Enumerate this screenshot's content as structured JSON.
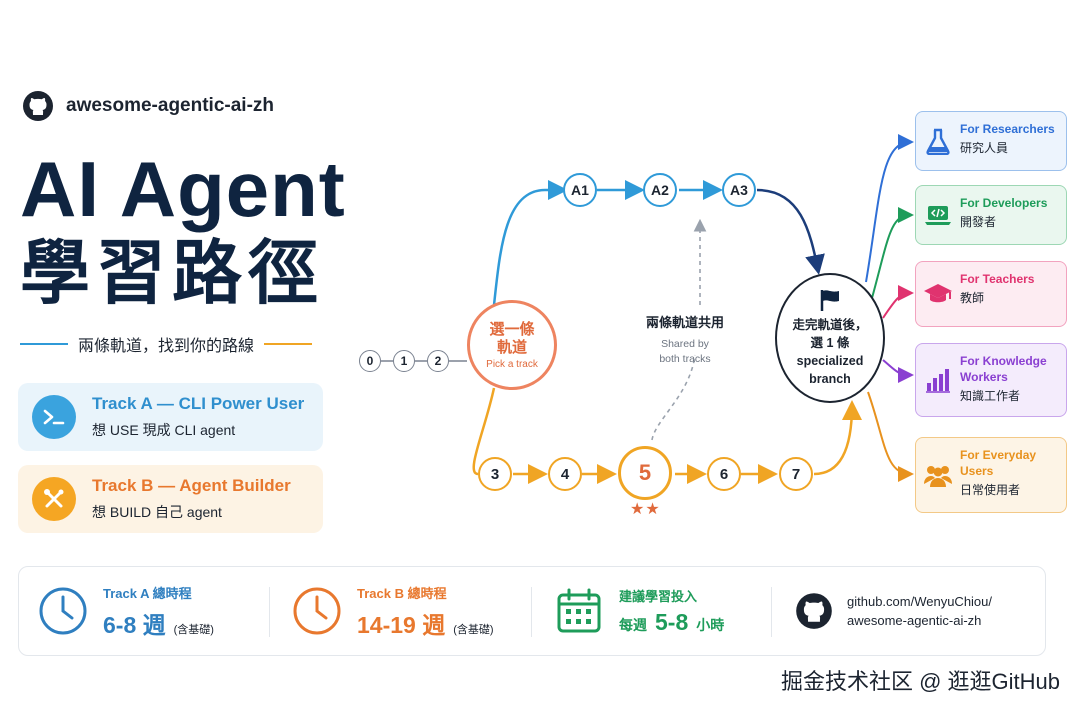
{
  "repo": {
    "name": "awesome-agentic-ai-zh",
    "icon": "github-icon"
  },
  "title": {
    "line1": "AI Agent",
    "line2": "學習路徑"
  },
  "subtitle": "兩條軌道，找到你的路線",
  "tracks": [
    {
      "title": "Track A — CLI Power User",
      "subtitle": "想 USE 現成 CLI agent",
      "icon": "terminal-icon",
      "color": "#2f8fce",
      "icon_bg": "#3aa3de"
    },
    {
      "title": "Track B — Agent Builder",
      "subtitle": "想 BUILD 自己 agent",
      "icon": "tools-icon",
      "color": "#e8782e",
      "icon_bg": "#f5a623"
    }
  ],
  "path": {
    "start_nodes": [
      "0",
      "1",
      "2"
    ],
    "pick": {
      "title": "選一條\n軌道",
      "subtitle": "Pick a track"
    },
    "track_a_nodes": [
      "A1",
      "A2",
      "A3"
    ],
    "track_b_nodes": [
      "3",
      "4",
      "5",
      "6",
      "7"
    ],
    "highlight": {
      "node": "5",
      "stars": "★★"
    },
    "shared": {
      "title": "兩條軌道共用",
      "subtitle": "Shared by\nboth tracks"
    },
    "end": {
      "text": "走完軌道後，\n選 1 條\nspecialized\nbranch",
      "icon": "flag-icon"
    }
  },
  "roles": [
    {
      "en": "For Researchers",
      "zh": "研究人員",
      "icon": "flask-icon",
      "color": "#2f6fd6",
      "bg": "#edf4fd",
      "border": "#9cc0ec"
    },
    {
      "en": "For Developers",
      "zh": "開發者",
      "icon": "laptop-code-icon",
      "color": "#1e9c5a",
      "bg": "#eaf7ef",
      "border": "#9dd7b4"
    },
    {
      "en": "For Teachers",
      "zh": "教師",
      "icon": "graduation-cap-icon",
      "color": "#e0336f",
      "bg": "#fdecf2",
      "border": "#f2a3bf"
    },
    {
      "en": "For Knowledge\nWorkers",
      "zh": "知識工作者",
      "icon": "bar-chart-icon",
      "color": "#8a3fd1",
      "bg": "#f4ecfc",
      "border": "#c9a6ec"
    },
    {
      "en": "For Everyday\nUsers",
      "zh": "日常使用者",
      "icon": "users-icon",
      "color": "#e8921e",
      "bg": "#fdf4e6",
      "border": "#f3c987"
    }
  ],
  "footer": {
    "track_a": {
      "label": "Track A 總時程",
      "value": "6-8 週",
      "note": "(含基礎)",
      "color": "#2f7fc0",
      "icon": "clock-icon"
    },
    "track_b": {
      "label": "Track B 總時程",
      "value": "14-19 週",
      "note": "(含基礎)",
      "color": "#e8782e",
      "icon": "clock-icon"
    },
    "weekly": {
      "label": "建議學習投入",
      "prefix": "每週",
      "value": "5-8",
      "unit": "小時",
      "color": "#1e9c5a",
      "icon": "calendar-icon"
    },
    "link": {
      "line1": "github.com/WenyuChiou/",
      "line2": "awesome-agentic-ai-zh",
      "icon": "github-icon"
    }
  },
  "watermark": "掘金技术社区 @ 逛逛GitHub",
  "colors": {
    "navy": "#0f2440",
    "track_a": "#2f9ad8",
    "track_b": "#f0a524",
    "pick": "#ee8460"
  }
}
